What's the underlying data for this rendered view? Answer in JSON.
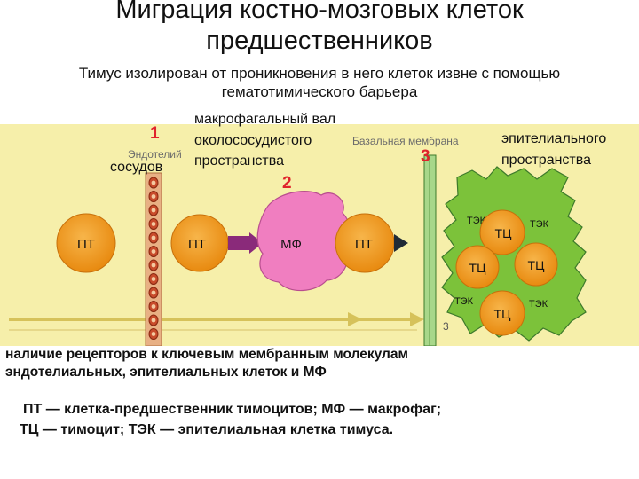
{
  "title_line1": "Миграция костно-мозговых клеток",
  "title_line2": "предшественников",
  "subtitle": "Тимус изолирован от проникновения в него клеток извне с помощью гематотимического барьера",
  "markers": {
    "n1": "1",
    "n2": "2",
    "n3": "3",
    "n3_small": "3"
  },
  "labels": {
    "endothelium": "Эндотелий",
    "vessels": "сосудов",
    "macrophage_wall": "макрофагальный вал",
    "perivascular": "околососудистого",
    "space": "пространства",
    "basal_membrane": "Базальная мембрана",
    "epithelial": "эпителиального",
    "epithelial_space": "пространства"
  },
  "cells": {
    "pt": "ПТ",
    "mf": "МФ",
    "tc": "ТЦ",
    "tek": "ТЭК"
  },
  "caption_line1": "наличие рецепторов к ключевым мембранным молекулам",
  "caption_line2": "эндотелиальных, эпителиальных клеток и МФ",
  "legend_line1": "ПТ — клетка-предшественник тимоцитов; МФ — макрофаг;",
  "legend_line2": "ТЦ — тимоцит; ТЭК — эпителиальная клетка тимуса.",
  "colors": {
    "background_band": "#f6efaa",
    "cell_orange": "#f09a1f",
    "macrophage": "#f07ec0",
    "epithelial": "#7cc23a",
    "membrane": "#a8d78a",
    "number_red": "#e0232b"
  }
}
